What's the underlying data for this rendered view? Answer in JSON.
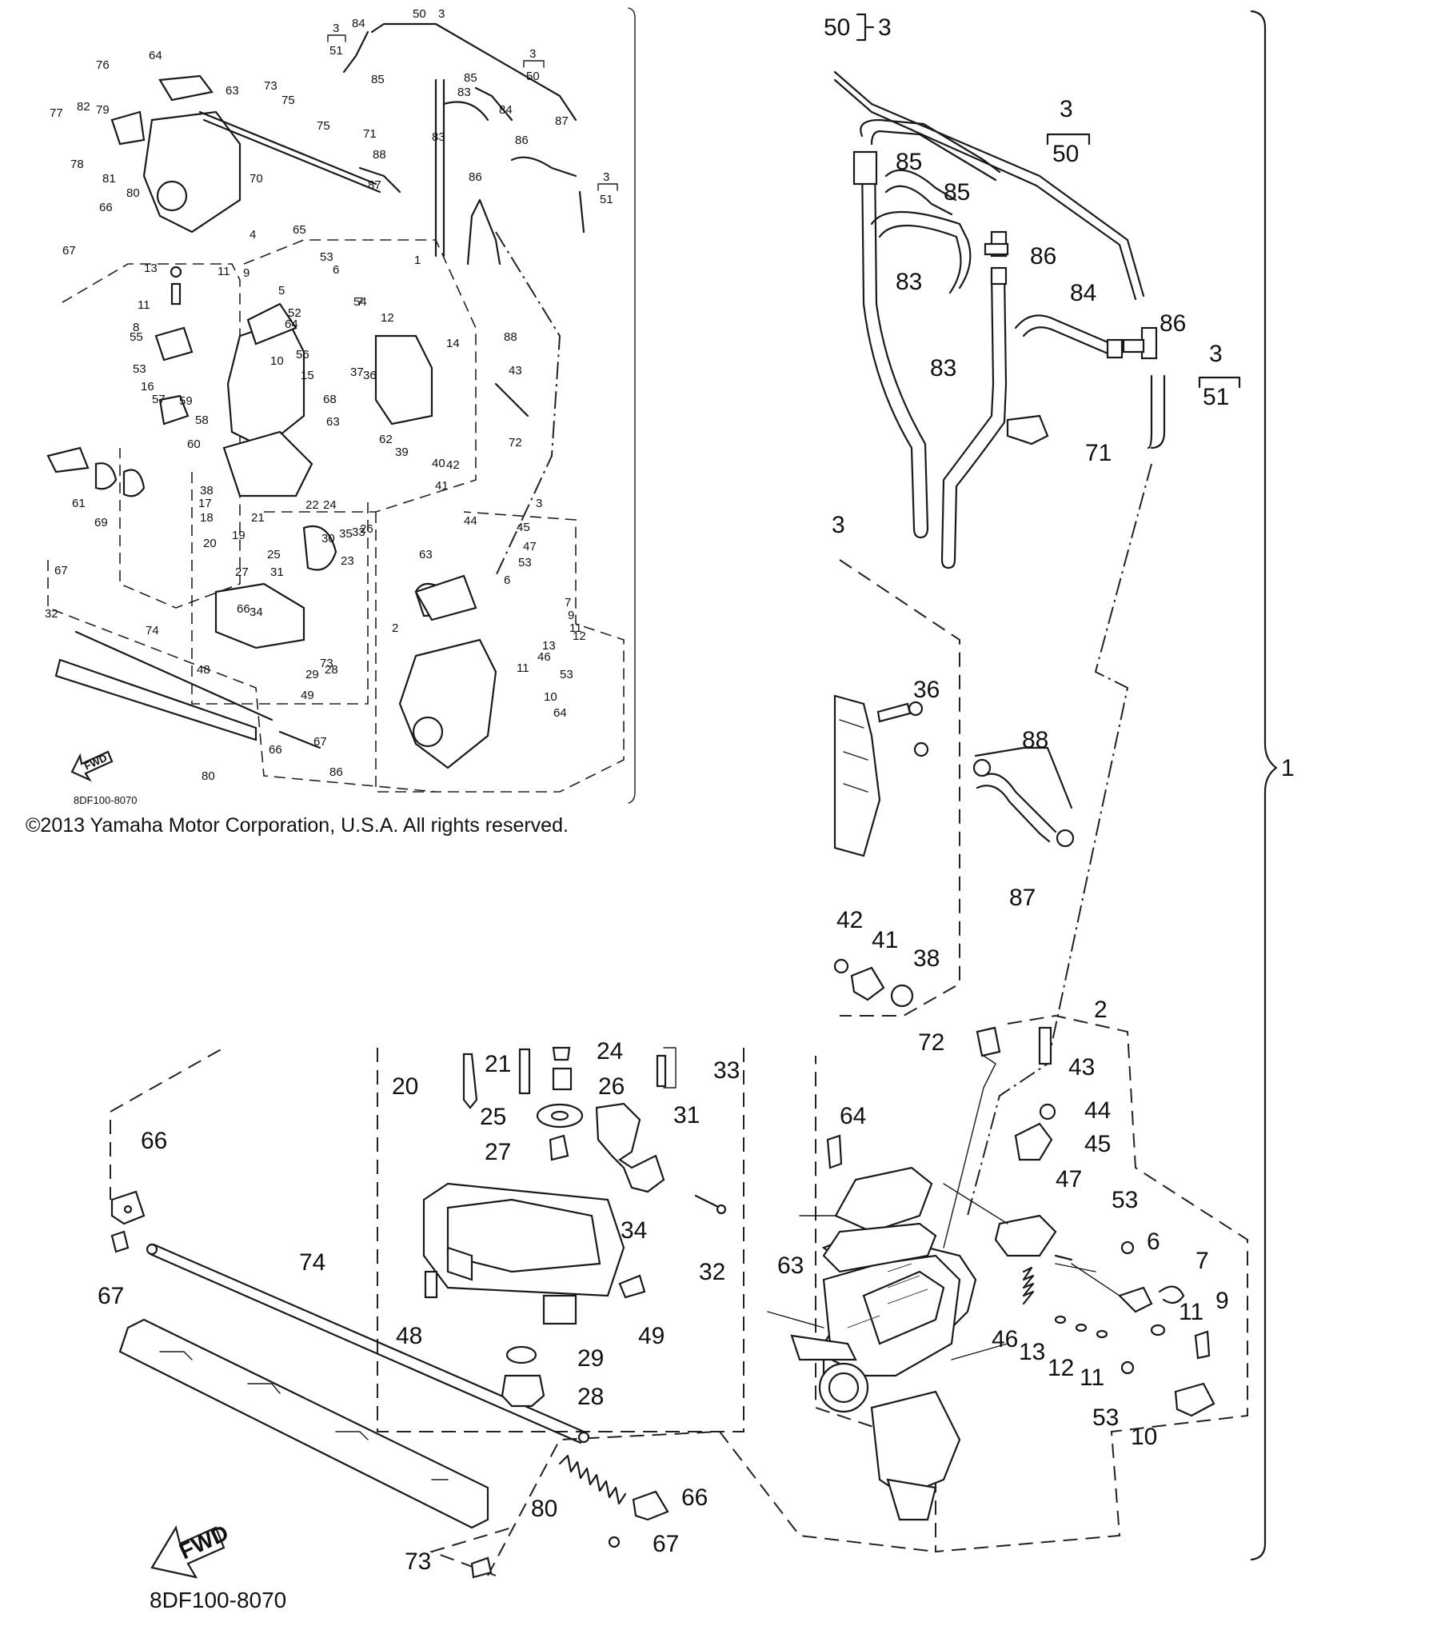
{
  "copyright": "©2013 Yamaha Motor Corporation, U.S.A. All rights reserved.",
  "diagram_code": "8DF100-8070",
  "fwd_label": "FWD",
  "main_assembly_ref": "1",
  "overview_labels": [
    "64",
    "76",
    "73",
    "75",
    "77",
    "82",
    "79",
    "63",
    "78",
    "81",
    "80",
    "75",
    "70",
    "4",
    "66",
    "67",
    "65",
    "53",
    "6",
    "7",
    "9",
    "5",
    "13",
    "11",
    "54",
    "52",
    "64",
    "12",
    "11",
    "8",
    "55",
    "56",
    "37",
    "53",
    "10",
    "14",
    "15",
    "36",
    "63",
    "16",
    "57",
    "59",
    "58",
    "60",
    "61",
    "69",
    "68",
    "62",
    "39",
    "40",
    "42",
    "41",
    "38",
    "17",
    "18",
    "19",
    "21",
    "22",
    "24",
    "30",
    "35",
    "33",
    "20",
    "25",
    "26",
    "31",
    "27",
    "23",
    "34",
    "66",
    "67",
    "32",
    "74",
    "48",
    "29",
    "28",
    "49",
    "73",
    "80",
    "66",
    "67",
    "86",
    "84",
    "85",
    "85",
    "83",
    "83",
    "86",
    "84",
    "86",
    "87",
    "88",
    "71",
    "88",
    "87",
    "72",
    "43",
    "44",
    "45",
    "47",
    "53",
    "6",
    "7",
    "9",
    "11",
    "12",
    "13",
    "46",
    "53",
    "11",
    "10",
    "64",
    "63",
    "2",
    "3",
    "1"
  ],
  "overview_hose_refs": {
    "top_left": "3",
    "top_left_sub": "51",
    "top_center": "50",
    "top_center_3": "3",
    "right": "3",
    "right_sub": "50",
    "right2": "3",
    "right2_sub": "51"
  },
  "detail_top": {
    "hose_refs": {
      "top": "3",
      "top_box": "50",
      "right": "3",
      "right_box": "51",
      "top_cut": "50",
      "top_cut_3": "3"
    },
    "labels": {
      "l85a": "85",
      "l85b": "85",
      "l86a": "86",
      "l83a": "83",
      "l84": "84",
      "l86b": "86",
      "l83b": "83",
      "l71": "71",
      "l3cut": "3",
      "l36": "36",
      "l88": "88",
      "l87": "87",
      "l42": "42",
      "l41": "41",
      "l38": "38",
      "l1": "1"
    }
  },
  "detail_bottom": {
    "labels": {
      "l72": "72",
      "l2": "2",
      "l43": "43",
      "l44": "44",
      "l45": "45",
      "l64": "64",
      "l47": "47",
      "l53a": "53",
      "l6": "6",
      "l7": "7",
      "l9": "9",
      "l11a": "11",
      "l63": "63",
      "l46": "46",
      "l13": "13",
      "l12": "12",
      "l11b": "11",
      "l53b": "53",
      "l10": "10",
      "l66a": "66",
      "l67a": "67",
      "l74": "74",
      "l20": "20",
      "l21": "21",
      "l24": "24",
      "l26": "26",
      "l33": "33",
      "l25": "25",
      "l31": "31",
      "l27": "27",
      "l34": "34",
      "l32": "32",
      "l48": "48",
      "l49": "49",
      "l29": "29",
      "l28": "28",
      "l80": "80",
      "l66b": "66",
      "l67b": "67",
      "l73": "73"
    }
  }
}
